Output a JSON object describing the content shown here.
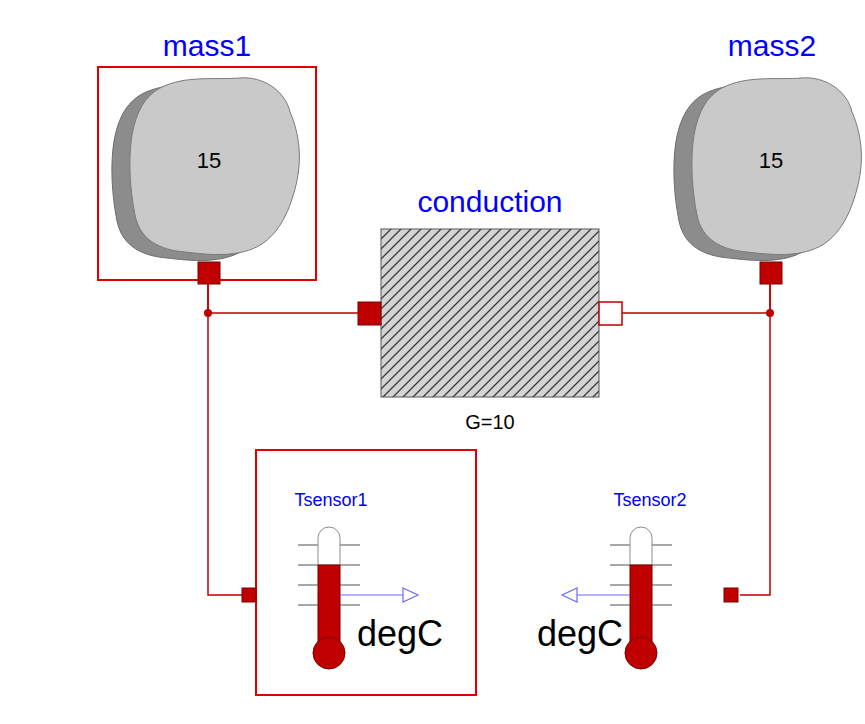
{
  "diagram": {
    "nodes": [
      {
        "text": [
          "mass1",
          "15"
        ]
      },
      {
        "text": [
          "mass2",
          "15"
        ]
      },
      {
        "text": [
          "conduction",
          "G=10"
        ]
      },
      {
        "text": [
          "Tsensor1",
          "degC"
        ]
      },
      {
        "text": [
          "Tsensor2",
          "degC"
        ]
      }
    ],
    "edges": [
      {
        "from": 0,
        "to": 2,
        "arrow": "none"
      },
      {
        "from": 2,
        "to": 1,
        "arrow": "none"
      },
      {
        "from": 0,
        "to": 3,
        "arrow": "none"
      },
      {
        "from": 1,
        "to": 4,
        "arrow": "none"
      }
    ]
  }
}
